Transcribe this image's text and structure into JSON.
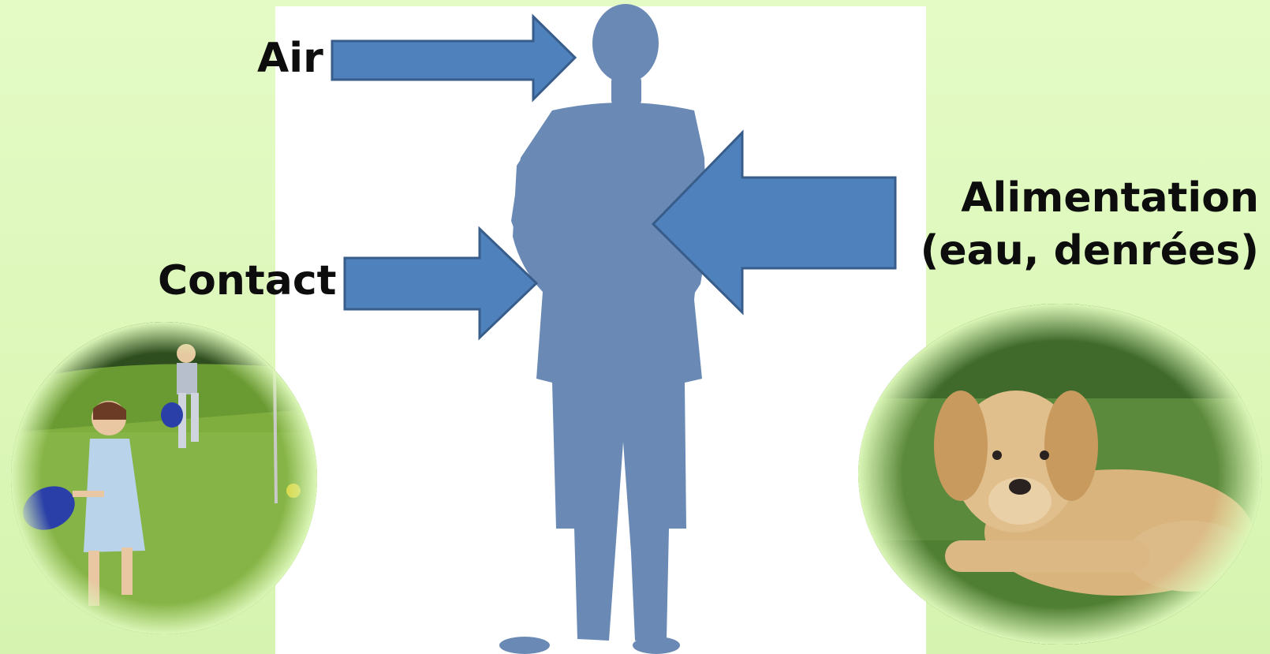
{
  "labels": {
    "air": "Air",
    "contact": "Contact",
    "food_line1": "Alimentation",
    "food_line2": "(eau, denrées)"
  },
  "colors": {
    "background": "#dff9bf",
    "panel": "#ffffff",
    "silhouette": "#6a8ab5",
    "arrow_fill": "#4f81bd",
    "arrow_stroke": "#385d8a",
    "text": "#0d0d0d"
  },
  "illustrations": {
    "center": "person-silhouette",
    "left": "children-playing-photo",
    "right": "puppy-photo"
  },
  "icons": [
    "arrow-right-icon",
    "arrow-right-icon",
    "arrow-left-icon"
  ]
}
